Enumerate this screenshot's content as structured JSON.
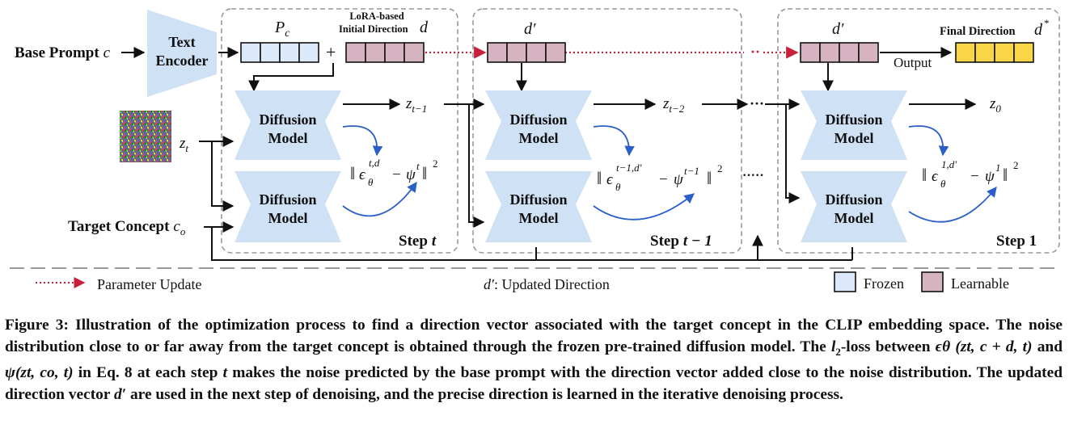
{
  "diagram": {
    "base_prompt_label": "Base Prompt",
    "base_prompt_symbol": "c",
    "text_encoder_line1": "Text",
    "text_encoder_line2": "Encoder",
    "pc_base": "P",
    "pc_sub": "c",
    "lora_line1": "LoRA-based",
    "lora_line2": "Initial Direction",
    "d_symbol": "d",
    "d_prime": "d′",
    "final_direction_label": "Final Direction",
    "final_d": "d",
    "final_d_sup": "*",
    "output_label": "Output",
    "plus": "+",
    "diffusion_line1": "Diffusion",
    "diffusion_line2": "Model",
    "z_t": "z",
    "z_t_sub": "t",
    "z_tm1_sub": "t−1",
    "z_tm2_sub": "t−2",
    "z_0_sub": "0",
    "ellipsis": "···",
    "ellipsis2": "·····",
    "target_concept_label": "Target Concept",
    "target_symbol": "c",
    "target_sub": "o",
    "step_t": "Step",
    "step_t_var": "t",
    "step_tm1": "Step",
    "step_tm1_var": "t − 1",
    "step_1": "Step 1",
    "loss_eps": "ϵ",
    "loss_theta": "θ",
    "loss1_sup": "t,d",
    "loss1_psi_sup": "t",
    "loss2_sup": "t−1,d′",
    "loss2_psi_sup": "t−1",
    "loss3_sup": "1,d′",
    "loss3_psi_sup": "1",
    "loss_minus": "−",
    "loss_psi": "ψ",
    "loss_sq": "2",
    "legend_param_update": "Parameter Update",
    "legend_updated_direction": ": Updated Direction",
    "legend_frozen": "Frozen",
    "legend_learnable": "Learnable"
  },
  "colors": {
    "frozen_fill": "#dbe9fb",
    "learnable_fill": "#d6b3c0",
    "final_fill": "#fbd548",
    "diffusion_fill": "#cfe1f4",
    "arrow_blue": "#2a5ec9",
    "update_red": "#c8203a"
  },
  "caption": {
    "p1": "Figure 3: Illustration of the optimization process to find a direction vector associated with the target concept in the CLIP embedding space. The noise distribution close to or far away from the target concept is obtained through the frozen pre-trained diffusion model. The ",
    "l2": "l",
    "l2_sub": "2",
    "p2": "-loss between ",
    "eps_expr": "ϵθ (zt, c + d, t)",
    "p3": " and ",
    "psi_expr": "ψ(zt, co, t)",
    "p4": " in Eq. 8 at each step ",
    "t": "t",
    "p5": " makes the noise predicted by the base prompt with the direction vector added close to the noise distribution. The updated direction vector ",
    "dprime": "d′",
    "p6": " are used in the next step of denoising, and the precise direction is learned in the iterative denoising process."
  }
}
